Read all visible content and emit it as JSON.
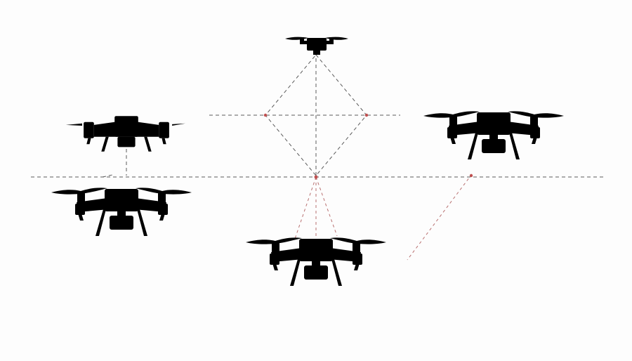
{
  "diagram": {
    "drones": [
      {
        "id": "top-center",
        "style": "solid",
        "view": "front-small"
      },
      {
        "id": "left-outline",
        "style": "outline",
        "view": "front"
      },
      {
        "id": "right-upper",
        "style": "solid",
        "view": "front-large"
      },
      {
        "id": "left-lower",
        "style": "solid",
        "view": "front-large"
      },
      {
        "id": "bottom-center",
        "style": "solid",
        "view": "front-large"
      }
    ],
    "guide_lines": [
      "horizon-line",
      "upper-horizontal-line",
      "center-vertical-line",
      "rhombus",
      "left-drop-line",
      "red-drop-lines",
      "diagonal-red-line"
    ],
    "colors": {
      "background": "#fdfdfd",
      "drone": "#111111",
      "guide_line": "#5a5a5a",
      "red_guide": "#b87070"
    }
  }
}
